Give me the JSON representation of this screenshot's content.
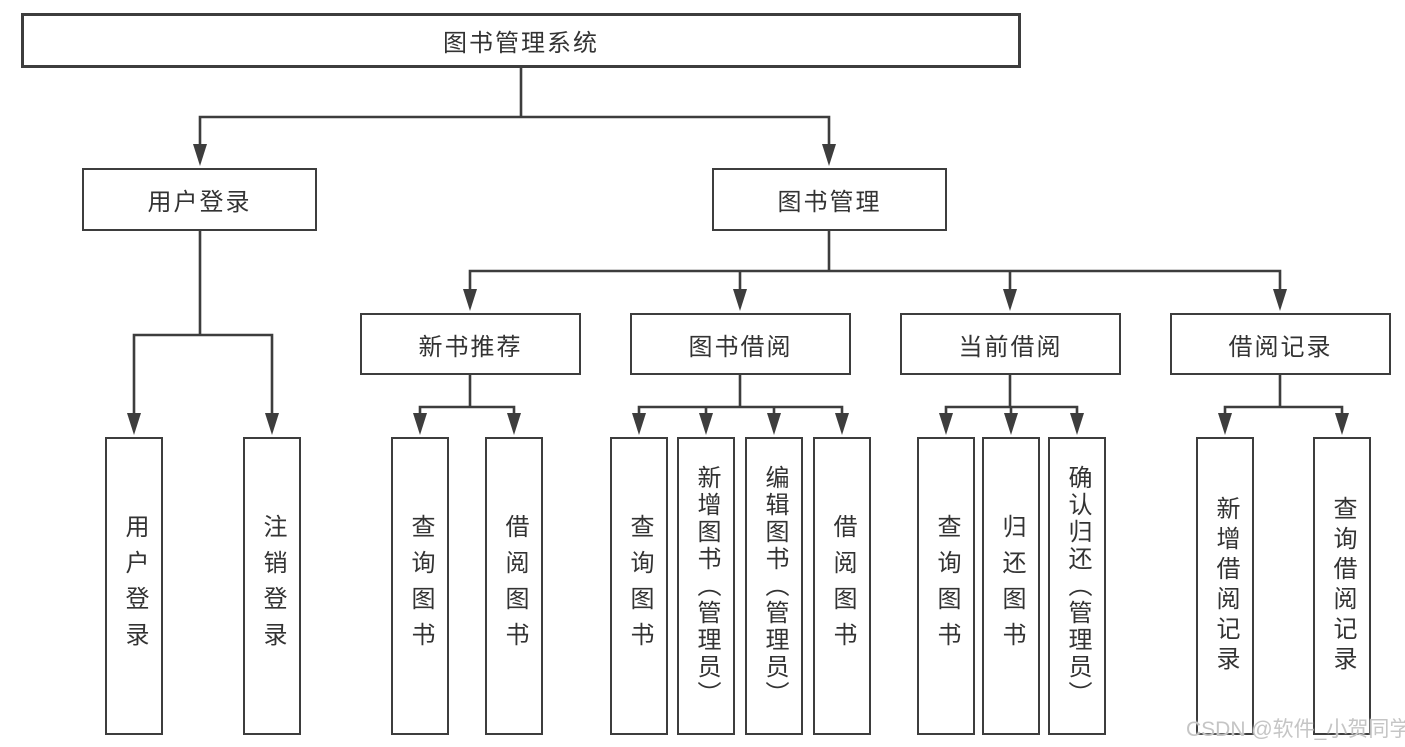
{
  "diagram": {
    "type": "tree-diagram",
    "title": "图书管理系统"
  },
  "nodes": {
    "system": "图书管理系统",
    "user_login": "用户登录",
    "book_management": "图书管理",
    "new_book_recommend": "新书推荐",
    "book_borrow": "图书借阅",
    "current_borrow": "当前借阅",
    "borrow_record": "借阅记录",
    "login": "用户登录",
    "logout": "注销登录",
    "recommend_search_book": "查询图书",
    "recommend_borrow_book": "借阅图书",
    "borrow_search_book": "查询图书",
    "borrow_add_book": "新增图书（管理员）",
    "borrow_edit_book": "编辑图书（管理员）",
    "borrow_borrow_book": "借阅图书",
    "current_search_book": "查询图书",
    "current_return_book": "归还图书",
    "current_confirm_return": "确认归还（管理员）",
    "record_add": "新增借阅记录",
    "record_search": "查询借阅记录"
  },
  "hierarchy": {
    "system": [
      "user_login",
      "book_management"
    ],
    "user_login": [
      "login",
      "logout"
    ],
    "book_management": [
      "new_book_recommend",
      "book_borrow",
      "current_borrow",
      "borrow_record"
    ],
    "new_book_recommend": [
      "recommend_search_book",
      "recommend_borrow_book"
    ],
    "book_borrow": [
      "borrow_search_book",
      "borrow_add_book",
      "borrow_edit_book",
      "borrow_borrow_book"
    ],
    "current_borrow": [
      "current_search_book",
      "current_return_book",
      "current_confirm_return"
    ],
    "borrow_record": [
      "record_add",
      "record_search"
    ]
  },
  "watermark": "CSDN @软件_小贺同学",
  "colors": {
    "line": "#3d3d3d",
    "box_border": "#3d3d3d",
    "box_fill": "#ffffff",
    "text": "#333333",
    "watermark": "#c5c5c5",
    "background": "#ffffff"
  }
}
